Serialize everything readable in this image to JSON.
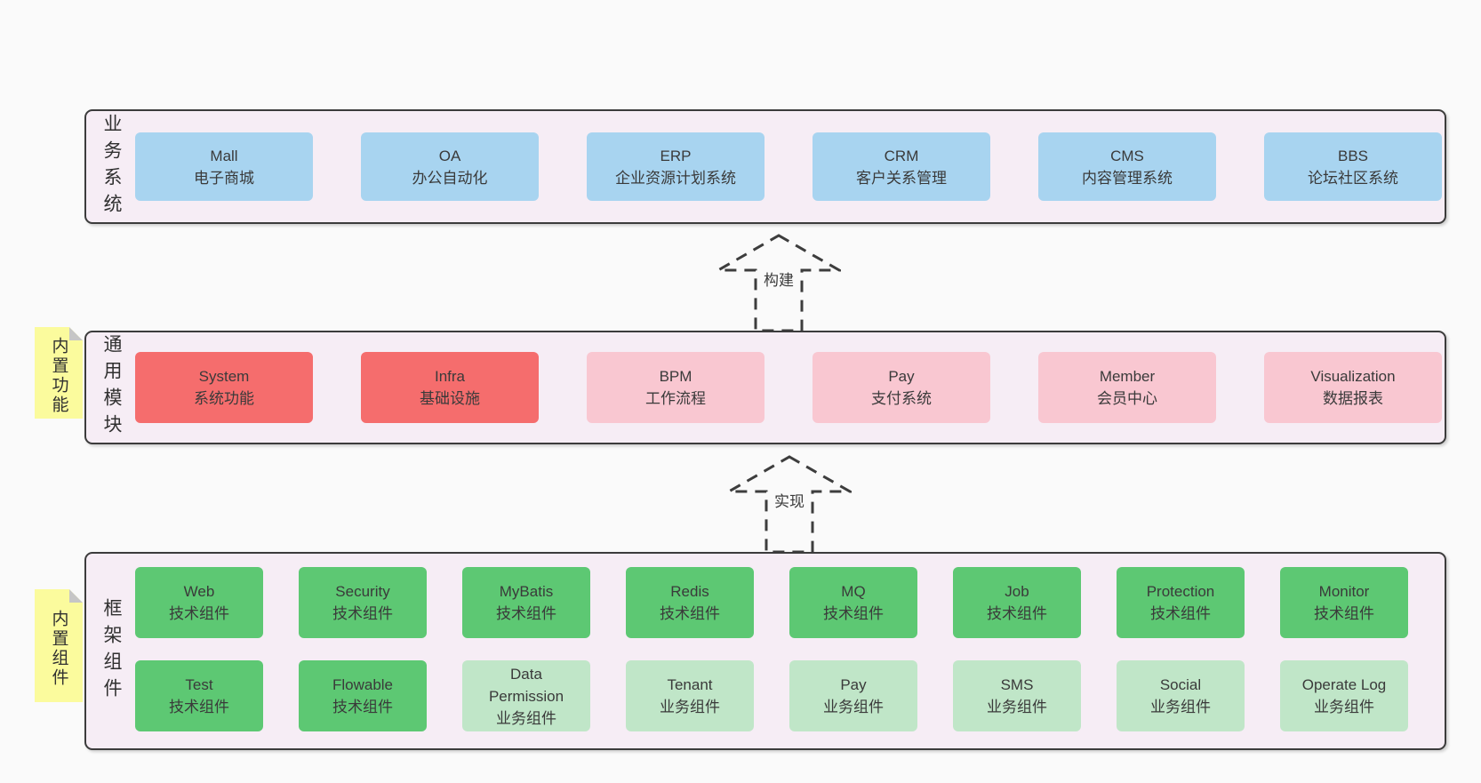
{
  "colors": {
    "page_bg": "#FAFAFA",
    "layer_bg": "#F6EDF5",
    "border": "#3C3C3C",
    "blue": "#A8D4F0",
    "red": "#F56D6D",
    "pink": "#F9C7D1",
    "green_dark": "#5DC873",
    "green_light": "#C0E6C8",
    "sticky_yellow": "#FBFB9D"
  },
  "arrows": {
    "build": "构建",
    "implement": "实现"
  },
  "layers": {
    "business": {
      "label": "业务系统",
      "items": [
        {
          "name": "Mall",
          "sub": "电子商城"
        },
        {
          "name": "OA",
          "sub": "办公自动化"
        },
        {
          "name": "ERP",
          "sub": "企业资源计划系统"
        },
        {
          "name": "CRM",
          "sub": "客户关系管理"
        },
        {
          "name": "CMS",
          "sub": "内容管理系统"
        },
        {
          "name": "BBS",
          "sub": "论坛社区系统"
        }
      ]
    },
    "modules": {
      "label": "通用模块",
      "tag": "内置功能",
      "items": [
        {
          "name": "System",
          "sub": "系统功能"
        },
        {
          "name": "Infra",
          "sub": "基础设施"
        },
        {
          "name": "BPM",
          "sub": "工作流程"
        },
        {
          "name": "Pay",
          "sub": "支付系统"
        },
        {
          "name": "Member",
          "sub": "会员中心"
        },
        {
          "name": "Visualization",
          "sub": "数据报表"
        }
      ]
    },
    "components": {
      "label": "框架组件",
      "tag": "内置组件",
      "row1": [
        {
          "name": "Web",
          "sub": "技术组件"
        },
        {
          "name": "Security",
          "sub": "技术组件"
        },
        {
          "name": "MyBatis",
          "sub": "技术组件"
        },
        {
          "name": "Redis",
          "sub": "技术组件"
        },
        {
          "name": "MQ",
          "sub": "技术组件"
        },
        {
          "name": "Job",
          "sub": "技术组件"
        },
        {
          "name": "Protection",
          "sub": "技术组件"
        },
        {
          "name": "Monitor",
          "sub": "技术组件"
        }
      ],
      "row2": [
        {
          "name": "Test",
          "sub": "技术组件"
        },
        {
          "name": "Flowable",
          "sub": "技术组件"
        },
        {
          "name": "Data Permission",
          "sub": "业务组件"
        },
        {
          "name": "Tenant",
          "sub": "业务组件"
        },
        {
          "name": "Pay",
          "sub": "业务组件"
        },
        {
          "name": "SMS",
          "sub": "业务组件"
        },
        {
          "name": "Social",
          "sub": "业务组件"
        },
        {
          "name": "Operate Log",
          "sub": "业务组件"
        }
      ]
    }
  }
}
